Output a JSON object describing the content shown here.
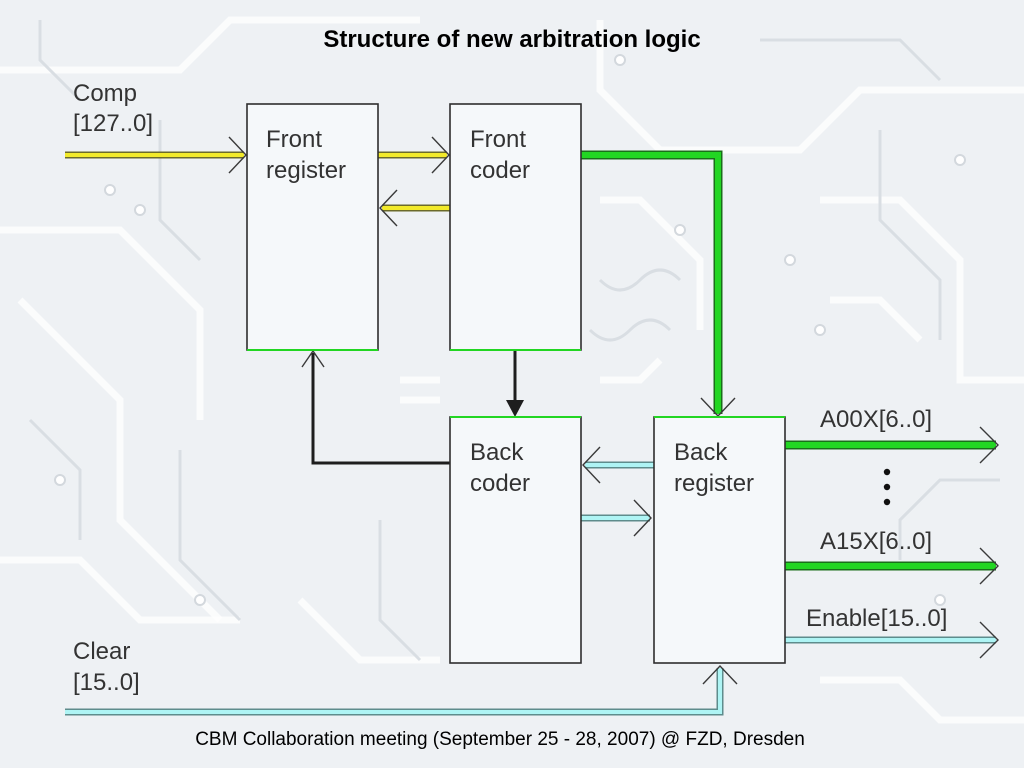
{
  "slide": {
    "title": "Structure of new arbitration logic",
    "footer": "CBM Collaboration meeting (September 25 - 28, 2007) @ FZD, Dresden"
  },
  "diagram": {
    "blocks": {
      "front_register": {
        "line1": "Front",
        "line2": "register"
      },
      "front_coder": {
        "line1": "Front",
        "line2": "coder"
      },
      "back_coder": {
        "line1": "Back",
        "line2": "coder"
      },
      "back_register": {
        "line1": "Back",
        "line2": "register"
      }
    },
    "signals": {
      "comp": {
        "line1": "Comp",
        "line2": "[127..0]"
      },
      "clear": {
        "line1": "Clear",
        "line2": "[15..0]"
      },
      "a00x": "A00X[6..0]",
      "a15x": "A15X[6..0]",
      "enable": "Enable[15..0]"
    },
    "colors": {
      "yellow_bus": "#f2ea2a",
      "green_bus": "#22d622",
      "cyan_bus": "#aef4f4",
      "black_link": "#1e1e1e"
    }
  }
}
